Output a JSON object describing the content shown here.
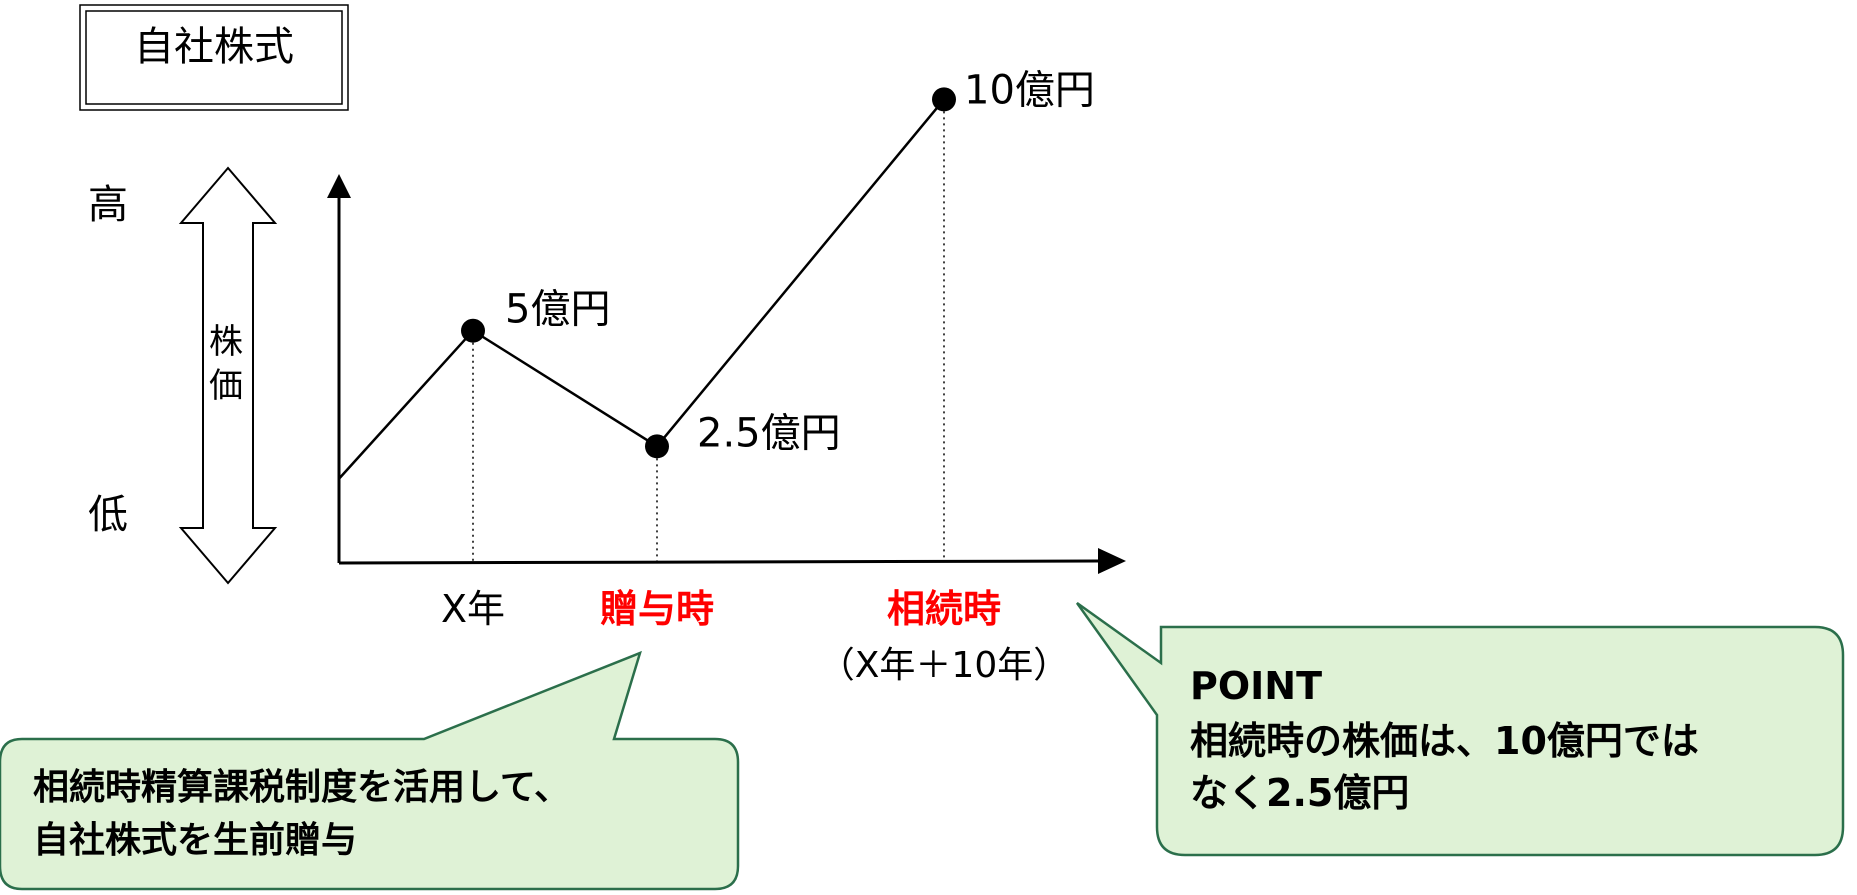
{
  "title": "自社株式",
  "scale": {
    "high": "高",
    "low": "低",
    "label_chars": [
      "株",
      "価"
    ]
  },
  "chart_data": {
    "type": "line",
    "categories": [
      "",
      "X年",
      "贈与時",
      "相続時"
    ],
    "series": [
      {
        "values": [
          null,
          5,
          2.5,
          10
        ]
      }
    ],
    "data_labels": [
      "",
      "5億円",
      "2.5億円",
      "10億円"
    ],
    "category_colors": [
      "#000000",
      "#000000",
      "#ff0000",
      "#ff0000"
    ],
    "category_bold": [
      false,
      false,
      true,
      true
    ],
    "sublabels": [
      "",
      "",
      "",
      "（X年＋10年）"
    ],
    "ylim": [
      0,
      11.5
    ],
    "grid": false,
    "drop_lines": true,
    "colors": {
      "line": "#000000",
      "emphasis": "#ff0000"
    }
  },
  "callouts": {
    "left": {
      "lines": [
        "相続時精算課税制度を活用して、",
        "自社株式を生前贈与"
      ]
    },
    "right": {
      "lines": [
        "POINT",
        "相続時の株価は、10億円では",
        "なく2.5億円"
      ]
    }
  },
  "colors": {
    "callout_fill": "#dff2d6",
    "callout_stroke": "#2b6f4b",
    "emphasis": "#ff0000"
  }
}
